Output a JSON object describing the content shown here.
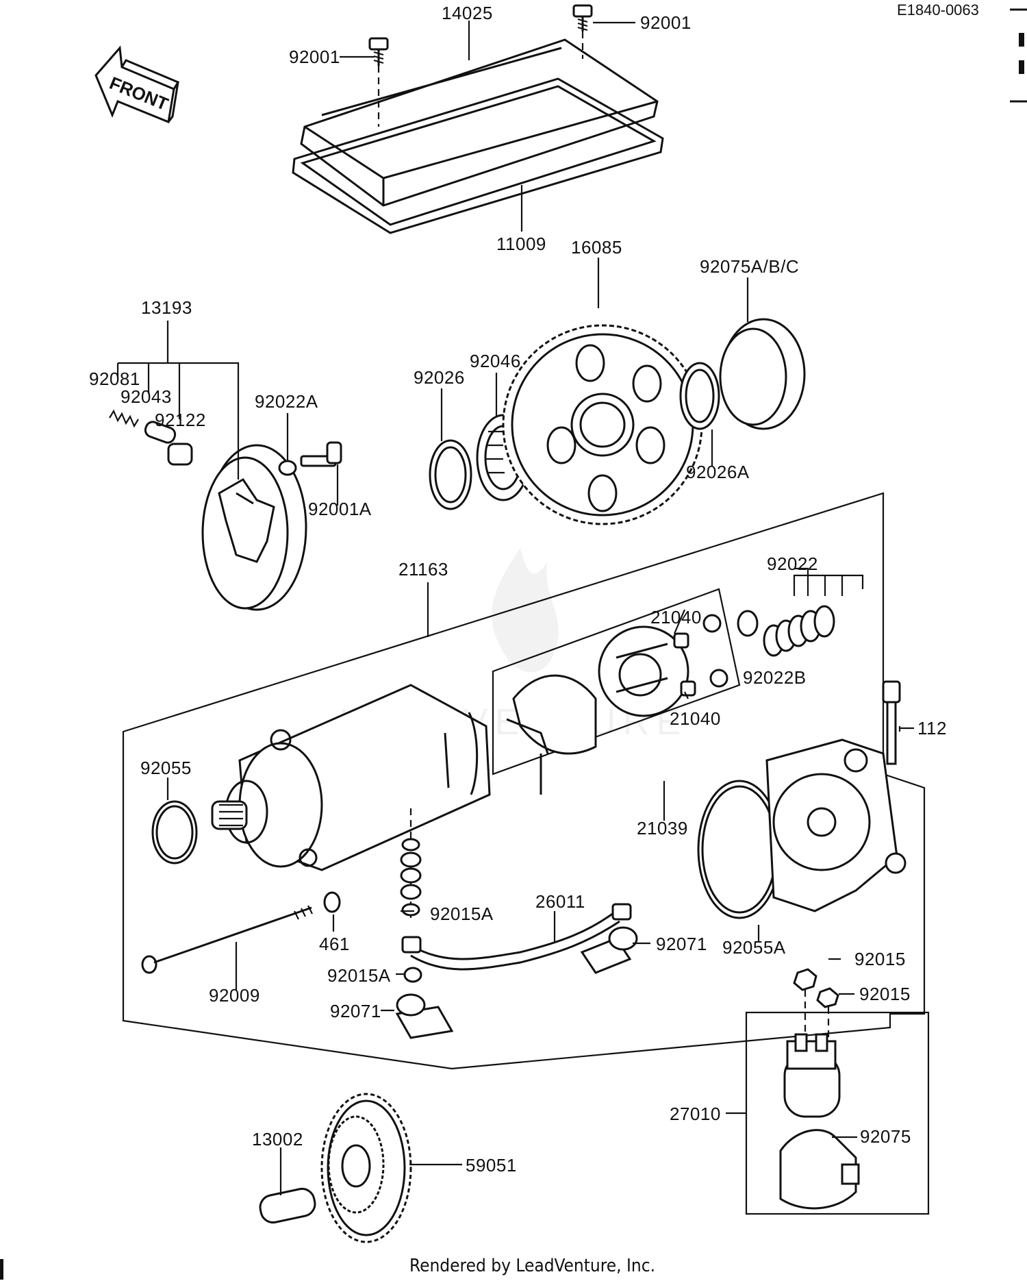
{
  "diagram": {
    "reference_code": "E1840-0063",
    "front_arrow_label": "FRONT",
    "footer": "Rendered by LeadVenture, Inc.",
    "watermark": "LEADVENTURE",
    "callouts": {
      "c14025": "14025",
      "c92001_right": "92001",
      "c92001_left": "92001",
      "c11009": "11009",
      "c16085": "16085",
      "c92075abc": "92075A/B/C",
      "c13193": "13193",
      "c92081": "92081",
      "c92043": "92043",
      "c92122": "92122",
      "c92022a": "92022A",
      "c92001a": "92001A",
      "c92026": "92026",
      "c92046": "92046",
      "c92026a": "92026A",
      "c21163": "21163",
      "c92022": "92022",
      "c21040_top": "21040",
      "c92022b": "92022B",
      "c21040_bottom": "21040",
      "c112": "112",
      "c92055": "92055",
      "c21039": "21039",
      "c92015a_1": "92015A",
      "c26011": "26011",
      "c461": "461",
      "c92071_right": "92071",
      "c92055a": "92055A",
      "c92009": "92009",
      "c92015a_2": "92015A",
      "c92015_1": "92015",
      "c92015_2": "92015",
      "c92071_left": "92071",
      "c27010": "27010",
      "c92075": "92075",
      "c13002": "13002",
      "c59051": "59051"
    }
  }
}
